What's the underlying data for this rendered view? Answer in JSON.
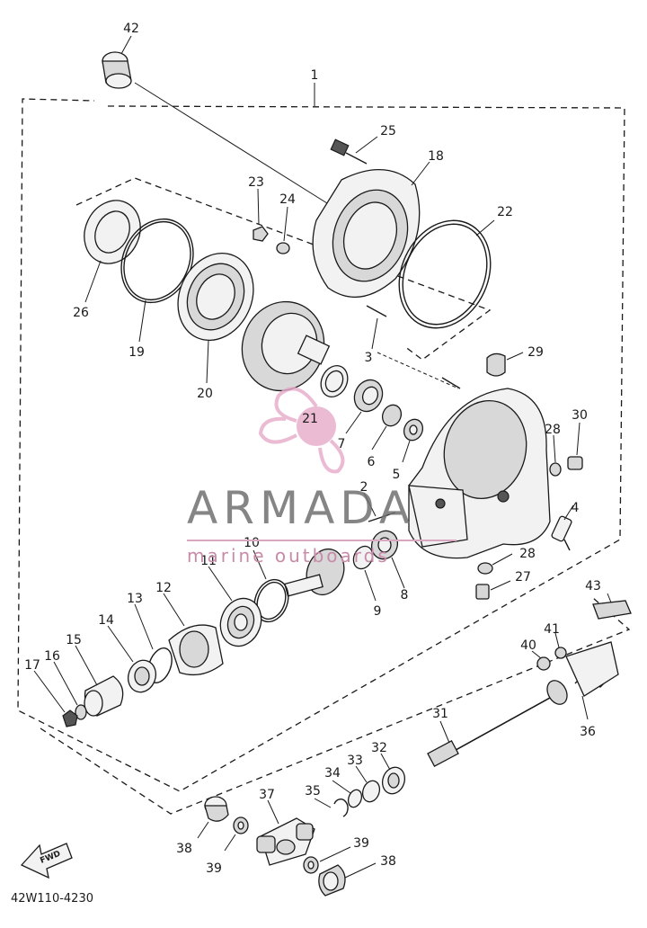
{
  "watermark": {
    "name": "ARMADA",
    "tagline": "marine outboards",
    "accent_color": "#e7a9c9",
    "text_color": "#707070"
  },
  "fwd_arrow": {
    "label": "FWD",
    "icon": "fwd-arrow-icon"
  },
  "drawing_code": "42W110-4230",
  "callouts": [
    "42",
    "1",
    "25",
    "18",
    "23",
    "24",
    "22",
    "26",
    "19",
    "20",
    "3",
    "29",
    "21",
    "7",
    "6",
    "5",
    "28",
    "30",
    "2",
    "4",
    "10",
    "11",
    "12",
    "13",
    "14",
    "15",
    "16",
    "17",
    "28",
    "27",
    "43",
    "9",
    "8",
    "41",
    "40",
    "36",
    "31",
    "32",
    "33",
    "34",
    "35",
    "37",
    "38",
    "39",
    "39",
    "38"
  ]
}
